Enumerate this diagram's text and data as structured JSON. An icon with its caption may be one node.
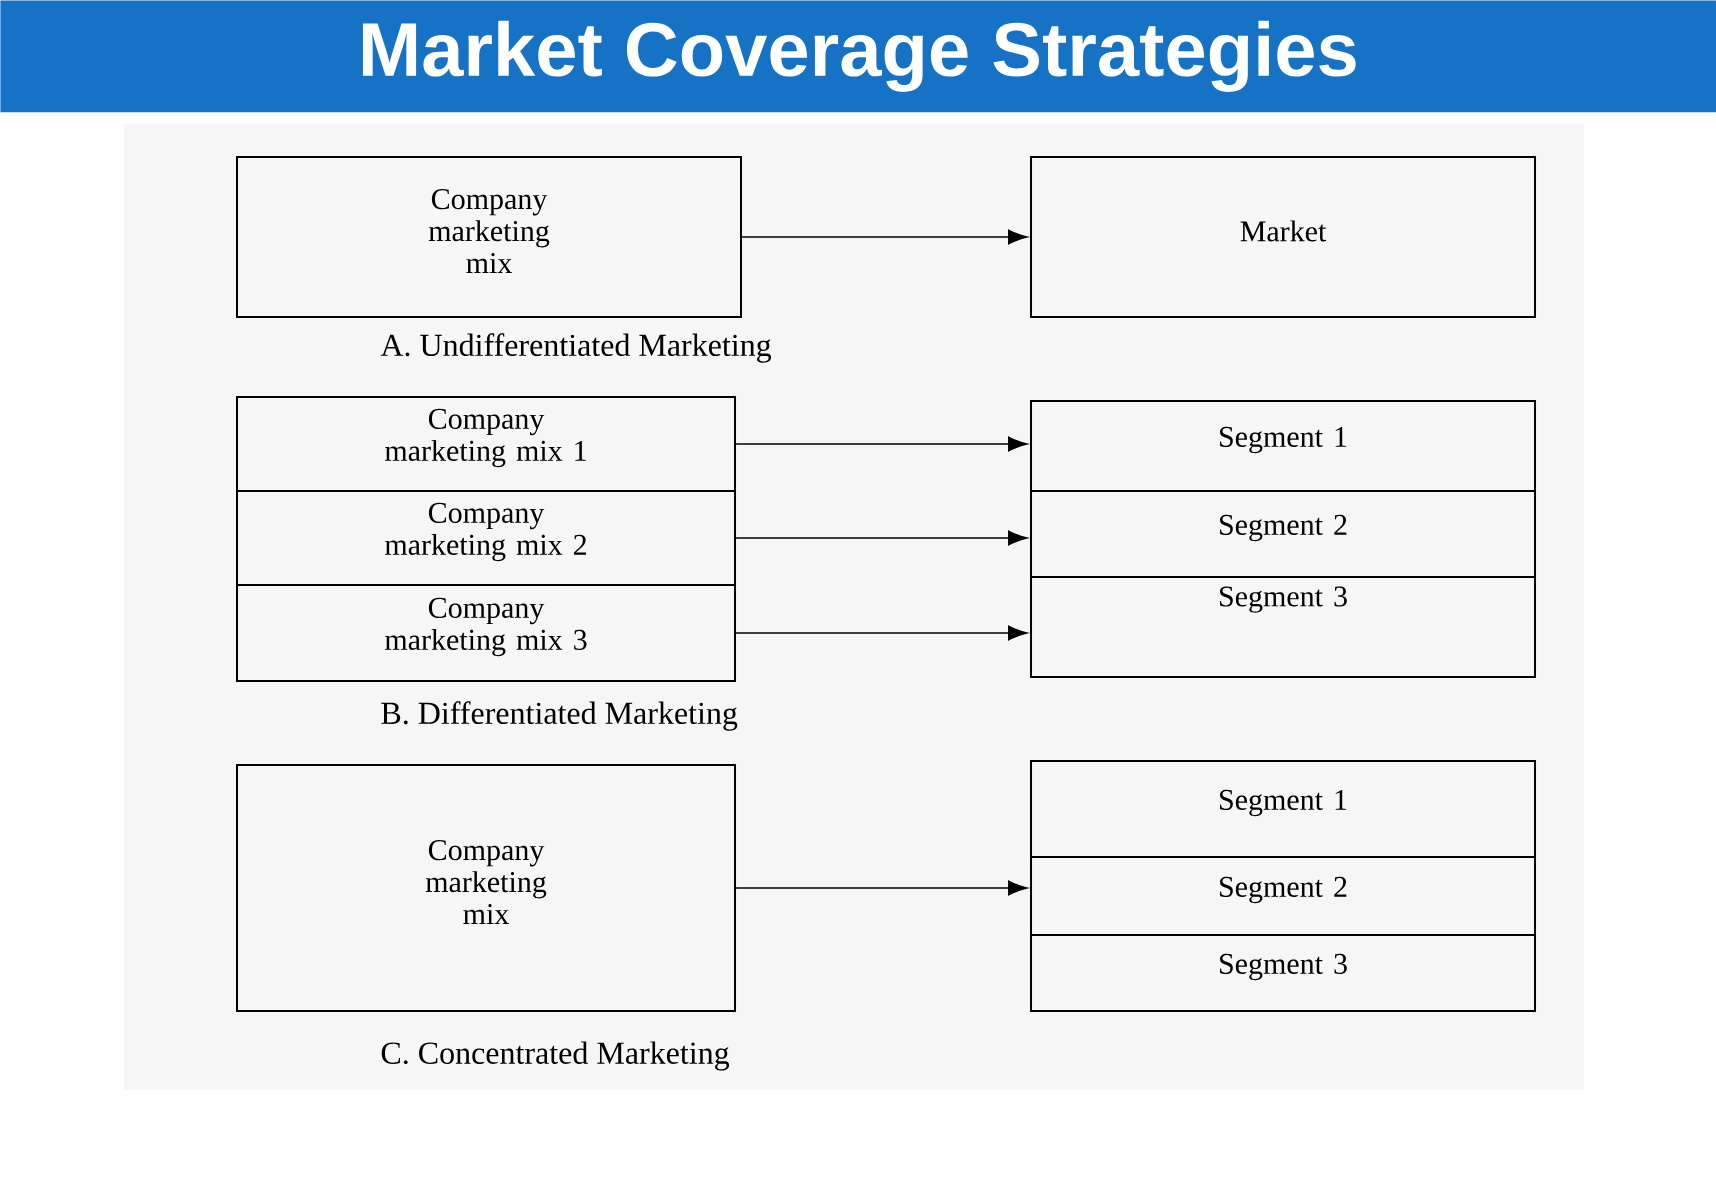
{
  "diagram": {
    "title": "Market Coverage Strategies",
    "nodes": [
      {
        "text": [
          "Company marketing mix"
        ]
      },
      {
        "text": [
          "Market"
        ]
      },
      {
        "text": [
          "Company marketing mix 1"
        ]
      },
      {
        "text": [
          "Company marketing mix 2"
        ]
      },
      {
        "text": [
          "Company marketing mix 3"
        ]
      },
      {
        "text": [
          "Segment 1"
        ]
      },
      {
        "text": [
          "Segment 2"
        ]
      },
      {
        "text": [
          "Segment 3"
        ]
      },
      {
        "text": [
          "Company marketing mix"
        ]
      },
      {
        "text": [
          "Segment 1"
        ]
      },
      {
        "text": [
          "Segment 2"
        ]
      },
      {
        "text": [
          "Segment 3"
        ]
      }
    ],
    "edges": [
      {
        "from": 0,
        "to": 1,
        "arrow": "to"
      },
      {
        "from": 2,
        "to": 5,
        "arrow": "to"
      },
      {
        "from": 3,
        "to": 6,
        "arrow": "to"
      },
      {
        "from": 4,
        "to": 7,
        "arrow": "to"
      },
      {
        "from": 8,
        "to": 10,
        "arrow": "to"
      }
    ],
    "labels": [
      "A. Undifferentiated Marketing",
      "B. Differentiated Marketing",
      "C. Concentrated Marketing"
    ]
  }
}
